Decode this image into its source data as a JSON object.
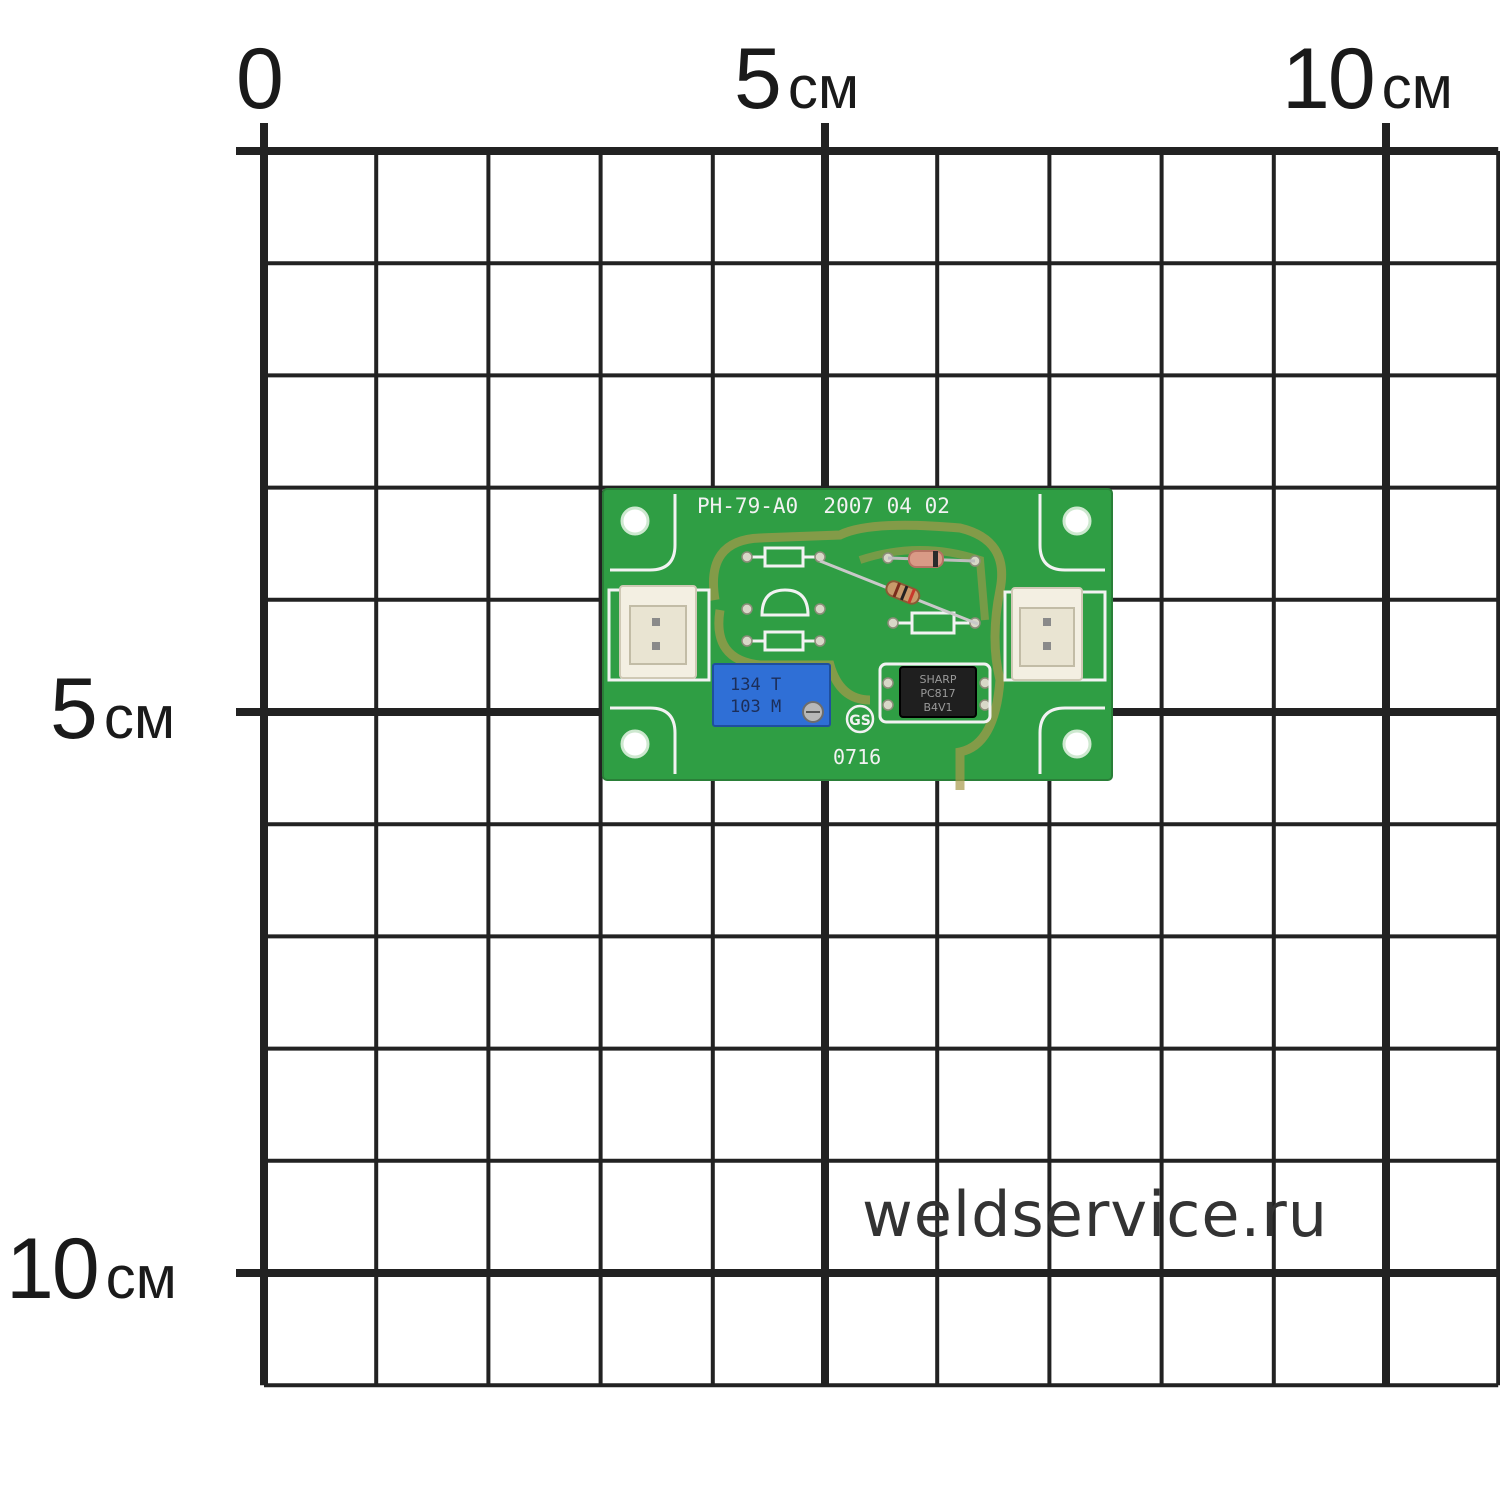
{
  "ruler": {
    "top_labels": [
      {
        "value": "0",
        "unit": ""
      },
      {
        "value": "5",
        "unit": "см"
      },
      {
        "value": "10",
        "unit": "см"
      }
    ],
    "left_labels": [
      {
        "value": "5",
        "unit": "см"
      },
      {
        "value": "10",
        "unit": "см"
      }
    ]
  },
  "board": {
    "silkscreen_top": "PH-79-A0  2007 04 02",
    "silkscreen_bottom": "0716",
    "gs_mark": "GS",
    "trimmer_marking_line1": "134 T",
    "trimmer_marking_line2": "103 M",
    "optocoupler_line1": "SHARP",
    "optocoupler_line2": "PC817",
    "optocoupler_line3": "B4V1",
    "pcb_color": "#2f9e44",
    "trace_color": "#a69a4a",
    "trimmer_color": "#2f6fd6",
    "connector_color": "#f3efe2"
  },
  "watermark": "weldservice.ru",
  "colors": {
    "grid": "#222222",
    "background": "#ffffff"
  }
}
